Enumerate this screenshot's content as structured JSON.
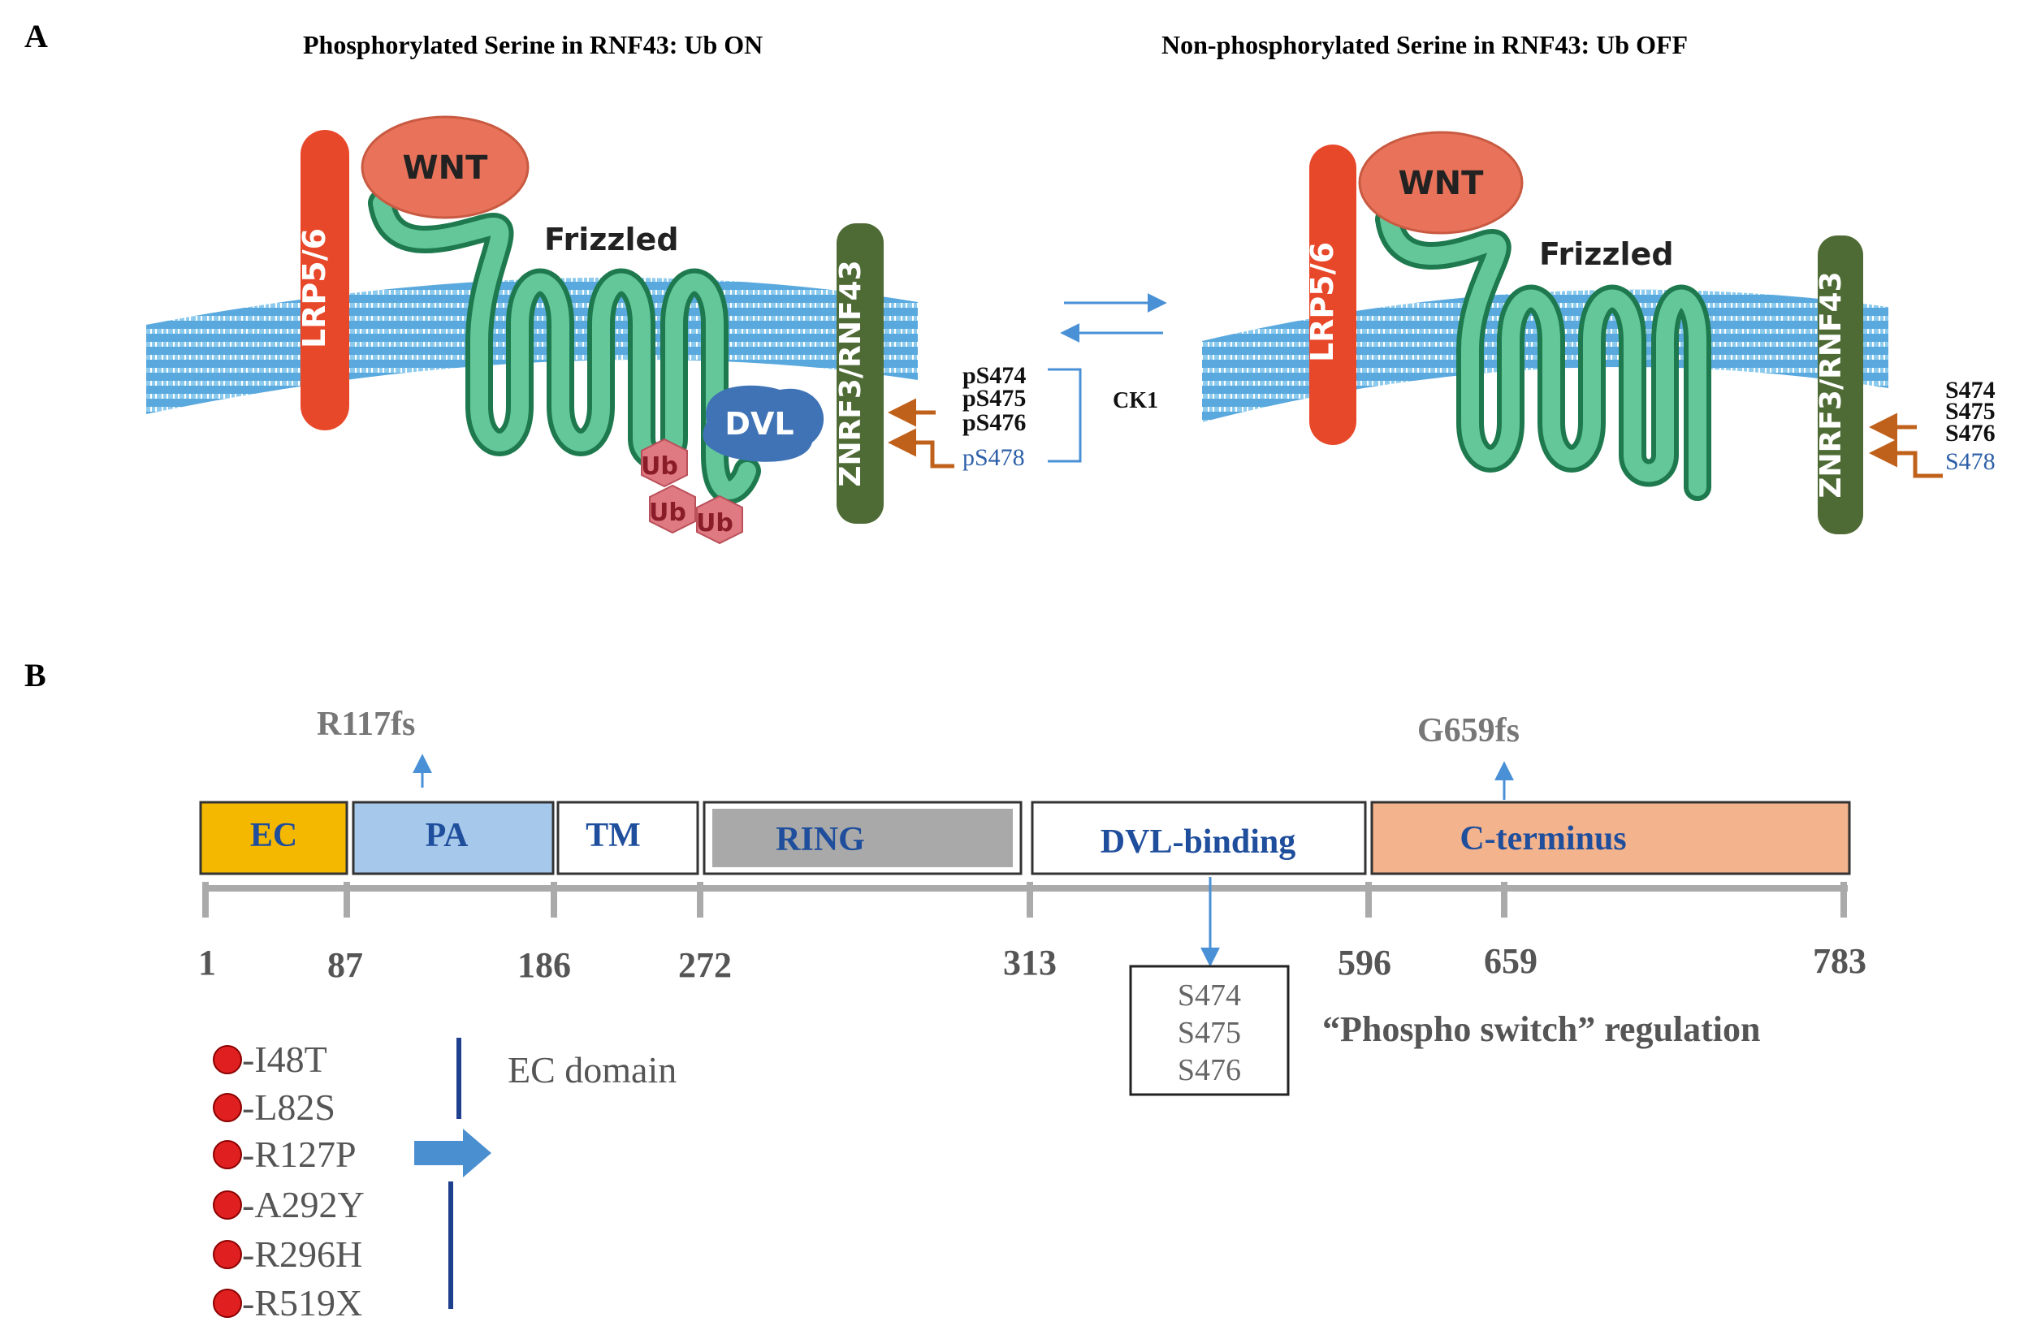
{
  "panel_a": {
    "label": "A",
    "left_title": "Phosphorylated Serine in RNF43: Ub ON",
    "right_title": "Non-phosphorylated Serine in RNF43: Ub OFF",
    "left": {
      "wnt": "WNT",
      "lrp": "LRP5/6",
      "frizzled": "Frizzled",
      "dvl": "DVL",
      "znrf": "ZNRF3/RNF43",
      "ubiquitin": [
        "Ub",
        "Ub",
        "Ub"
      ],
      "sites": [
        "pS474",
        "pS475",
        "pS476",
        "pS478"
      ],
      "kinase": "CK1"
    },
    "right": {
      "wnt": "WNT",
      "lrp": "LRP5/6",
      "frizzled": "Frizzled",
      "znrf": "ZNRF3/RNF43",
      "sites": [
        "S474",
        "S475",
        "S476",
        "S478"
      ]
    }
  },
  "panel_b": {
    "label": "B",
    "domains": [
      {
        "name": "EC",
        "fill": "#f5b800",
        "text": "#1f4e9c"
      },
      {
        "name": "PA",
        "fill": "#a6c8ea",
        "text": "#1f4e9c"
      },
      {
        "name": "TM",
        "fill": "#ffffff",
        "text": "#1f4e9c"
      },
      {
        "name": "RING",
        "fill": "#a9a9a9",
        "text": "#1f4e9c"
      },
      {
        "name": "DVL-binding",
        "fill": "#ffffff",
        "text": "#1f4e9c"
      },
      {
        "name": "C-terminus",
        "fill": "#f3b38c",
        "text": "#1f4e9c"
      }
    ],
    "positions": [
      "1",
      "87",
      "186",
      "272",
      "313",
      "596",
      "659",
      "783"
    ],
    "frameshifts": [
      "R117fs",
      "G659fs"
    ],
    "phospho_sites": [
      "S474",
      "S475",
      "S476"
    ],
    "phospho_label": "“Phospho switch” regulation",
    "ec_label": "EC domain",
    "mutations": [
      "-I48T",
      "-L82S",
      "-R127P",
      "-A292Y",
      "-R296H",
      "-R519X"
    ]
  },
  "colors": {
    "membrane": "#7fc3e8",
    "lrp": "#e8482a",
    "wnt": "#e8735a",
    "frizzled": "#3fae7a",
    "dvl": "#3f73b5",
    "znrf": "#4f6b35",
    "ub": "#e07a82",
    "arrow_orange": "#c0611b",
    "arrow_blue": "#4a90d6",
    "blue_text": "#2d5fa8",
    "mutation_dot": "#e02020"
  }
}
